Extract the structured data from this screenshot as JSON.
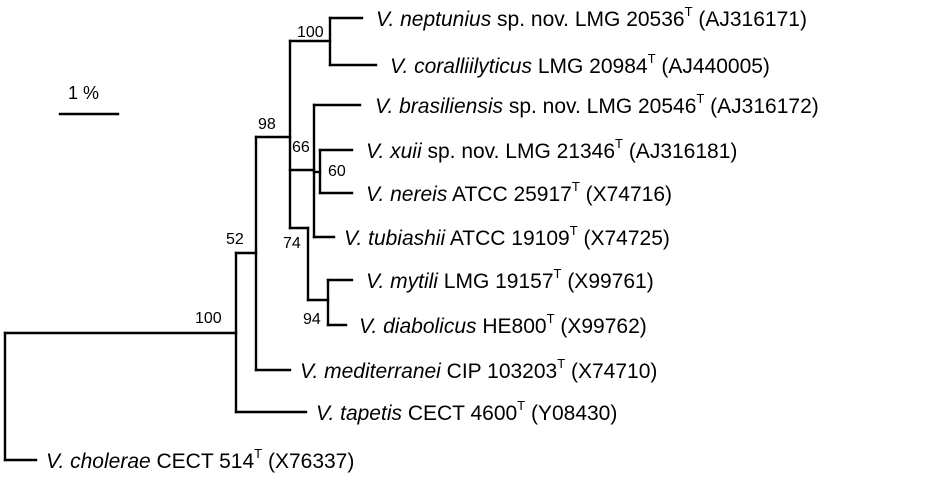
{
  "tree": {
    "scale_bar": {
      "label": "1 %"
    },
    "taxa": [
      {
        "id": "neptunius",
        "species": "V. neptunius",
        "rest": " sp. nov. LMG 20536",
        "sup": "T",
        "accession": " (AJ316171)"
      },
      {
        "id": "coralliilyticus",
        "species": "V. coralliilyticus",
        "rest": " LMG 20984",
        "sup": "T",
        "accession": " (AJ440005)"
      },
      {
        "id": "brasiliensis",
        "species": "V. brasiliensis",
        "rest": " sp. nov. LMG 20546",
        "sup": "T",
        "accession": " (AJ316172)"
      },
      {
        "id": "xuii",
        "species": "V. xuii",
        "rest": " sp. nov. LMG 21346",
        "sup": "T",
        "accession": " (AJ316181)"
      },
      {
        "id": "nereis",
        "species": "V. nereis",
        "rest": " ATCC 25917",
        "sup": "T",
        "accession": " (X74716)"
      },
      {
        "id": "tubiashii",
        "species": "V. tubiashii",
        "rest": " ATCC 19109",
        "sup": "T",
        "accession": " (X74725)"
      },
      {
        "id": "mytili",
        "species": "V. mytili",
        "rest": " LMG 19157",
        "sup": "T",
        "accession": " (X99761)"
      },
      {
        "id": "diabolicus",
        "species": "V. diabolicus",
        "rest": " HE800",
        "sup": "T",
        "accession": " (X99762)"
      },
      {
        "id": "mediterranei",
        "species": "V. mediterranei",
        "rest": " CIP 103203",
        "sup": "T",
        "accession": " (X74710)"
      },
      {
        "id": "tapetis",
        "species": "V. tapetis",
        "rest": " CECT 4600",
        "sup": "T",
        "accession": " (Y08430)"
      },
      {
        "id": "cholerae",
        "species": "V. cholerae",
        "rest": " CECT 514",
        "sup": "T",
        "accession": " (X76337)"
      }
    ],
    "bootstrap": [
      {
        "id": "b100-top",
        "value": "100"
      },
      {
        "id": "b98",
        "value": "98"
      },
      {
        "id": "b66",
        "value": "66"
      },
      {
        "id": "b60",
        "value": "60"
      },
      {
        "id": "b74",
        "value": "74"
      },
      {
        "id": "b94",
        "value": "94"
      },
      {
        "id": "b52",
        "value": "52"
      },
      {
        "id": "b100-base",
        "value": "100"
      }
    ]
  }
}
